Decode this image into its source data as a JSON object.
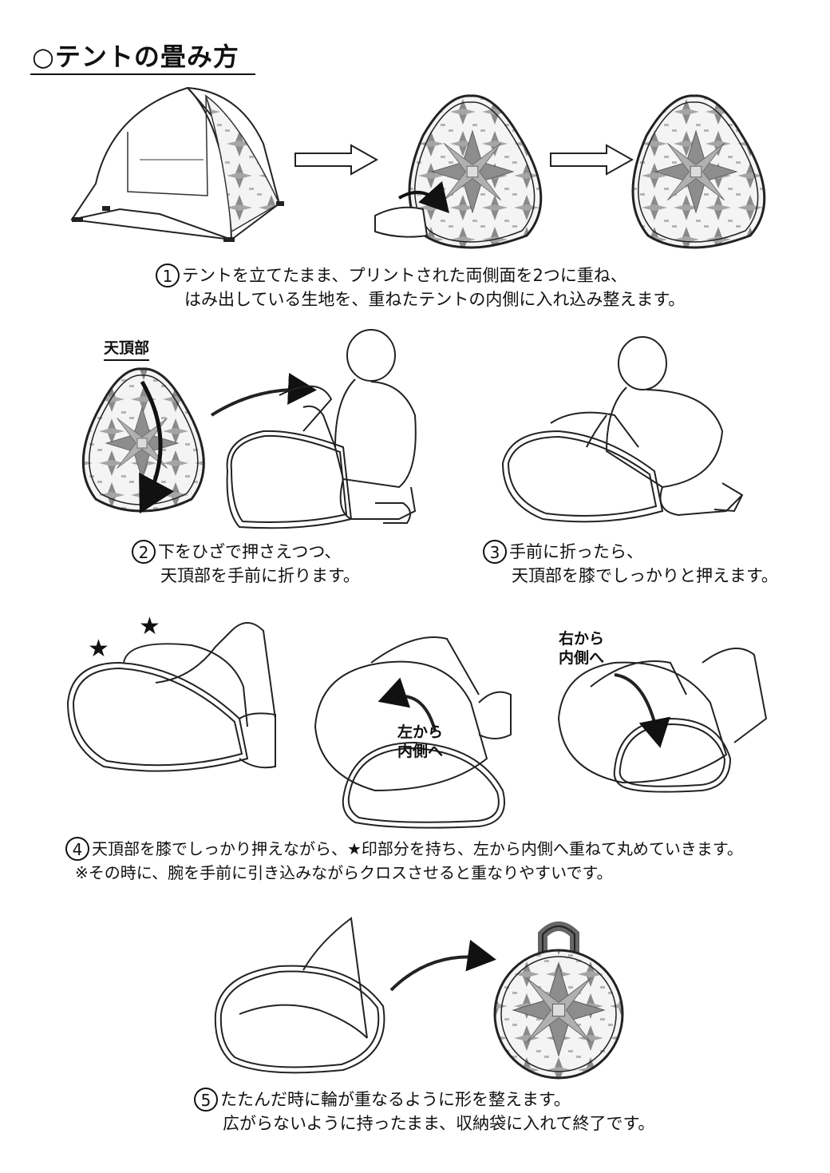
{
  "title": "○テントの畳み方",
  "steps": [
    {
      "num": "1",
      "line1": "テントを立てたまま、プリントされた両側面を2つに重ね、",
      "line2": "はみ出している生地を、重ねたテントの内側に入れ込み整えます。"
    },
    {
      "num": "2",
      "line1": "下をひざで押さえつつ、",
      "line2": "天頂部を手前に折ります。"
    },
    {
      "num": "3",
      "line1": "手前に折ったら、",
      "line2": "天頂部を膝でしっかりと押えます。"
    },
    {
      "num": "4",
      "line1": "天頂部を膝でしっかり押えながら、★印部分を持ち、左から内側へ重ねて丸めていきます。",
      "line2": "※その時に、腕を手前に引き込みながらクロスさせると重なりやすいです。"
    },
    {
      "num": "5",
      "line1": "たたんだ時に輪が重なるように形を整えます。",
      "line2": "広がらないように持ったまま、収納袋に入れて終了です。"
    }
  ],
  "labels": {
    "apex": "天頂部",
    "from_left_1": "左から",
    "from_left_2": "内側へ",
    "from_right_1": "右から",
    "from_right_2": "内側へ",
    "star": "★"
  }
}
